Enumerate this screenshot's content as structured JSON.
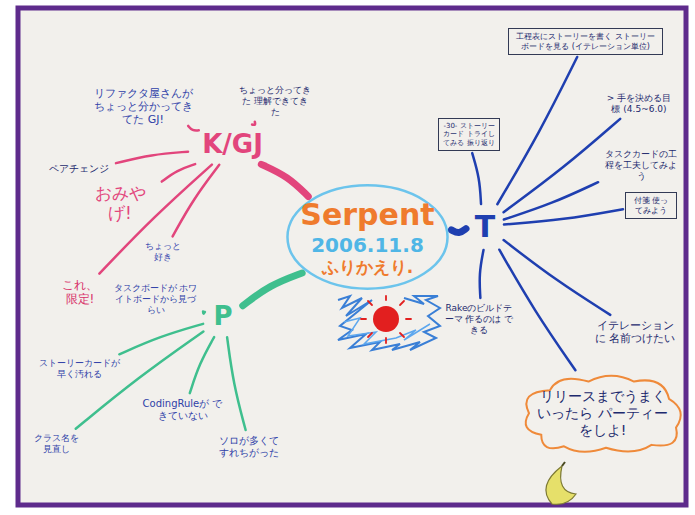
{
  "diagram": {
    "nodes": [
      {
        "text": [
          "Serpent",
          "2006.11.8",
          "ふりかえり."
        ]
      },
      {
        "text": [
          "K/GJ"
        ]
      },
      {
        "text": [
          "ちょっと分ってきた 理解できてきた"
        ]
      },
      {
        "text": [
          "リファクタ屋さんが ちょっと分かってきてた GJ!"
        ]
      },
      {
        "text": [
          "ペアチェンジ"
        ]
      },
      {
        "text": [
          "おみやげ!"
        ]
      },
      {
        "text": [
          "これ、限定!"
        ]
      },
      {
        "text": [
          "ちょっと 好き"
        ]
      },
      {
        "text": [
          "T"
        ]
      },
      {
        "text": [
          "工程表にストーリーを書く ストーリーボードを見る (イテレーション単位)"
        ]
      },
      {
        "text": [
          "> 手を決める目標 (4.5~6.0)"
        ]
      },
      {
        "text": [
          "-30- ストーリーカード トライしてみる 振り返り"
        ]
      },
      {
        "text": [
          "タスクカードの工程を工夫してみよう"
        ]
      },
      {
        "text": [
          "付箋 使ってみよう"
        ]
      },
      {
        "text": [
          "Rakeのビルドテーマ 作るのは できる"
        ]
      },
      {
        "text": [
          "イテレーションに 名前つけたい"
        ]
      },
      {
        "text": [
          "リリースまでうまくいったら パーティーをしよ!"
        ]
      },
      {
        "text": [
          "P"
        ]
      },
      {
        "text": [
          "タスクボードが ホワイトボードから見づらい"
        ]
      },
      {
        "text": [
          "ストーリーカードが 早く汚れる"
        ]
      },
      {
        "text": [
          "クラス名を 見直し"
        ]
      },
      {
        "text": [
          "CodingRuleが できていない"
        ]
      },
      {
        "text": [
          "ソロが多くて すれちがった"
        ]
      }
    ],
    "edges": [
      {
        "from": 0,
        "to": 1,
        "arrow": "none"
      },
      {
        "from": 0,
        "to": 8,
        "arrow": "none"
      },
      {
        "from": 0,
        "to": 17,
        "arrow": "none"
      },
      {
        "from": 1,
        "to": 2,
        "arrow": "none"
      },
      {
        "from": 1,
        "to": 3,
        "arrow": "none"
      },
      {
        "from": 1,
        "to": 4,
        "arrow": "none"
      },
      {
        "from": 1,
        "to": 5,
        "arrow": "none"
      },
      {
        "from": 1,
        "to": 6,
        "arrow": "none"
      },
      {
        "from": 1,
        "to": 7,
        "arrow": "none"
      },
      {
        "from": 8,
        "to": 9,
        "arrow": "none"
      },
      {
        "from": 8,
        "to": 10,
        "arrow": "none"
      },
      {
        "from": 8,
        "to": 11,
        "arrow": "none"
      },
      {
        "from": 8,
        "to": 12,
        "arrow": "none"
      },
      {
        "from": 8,
        "to": 13,
        "arrow": "none"
      },
      {
        "from": 8,
        "to": 14,
        "arrow": "none"
      },
      {
        "from": 8,
        "to": 15,
        "arrow": "none"
      },
      {
        "from": 8,
        "to": 16,
        "arrow": "none"
      },
      {
        "from": 17,
        "to": 18,
        "arrow": "none"
      },
      {
        "from": 17,
        "to": 19,
        "arrow": "none"
      },
      {
        "from": 17,
        "to": 20,
        "arrow": "none"
      },
      {
        "from": 17,
        "to": 21,
        "arrow": "none"
      },
      {
        "from": 17,
        "to": 22,
        "arrow": "none"
      }
    ]
  }
}
